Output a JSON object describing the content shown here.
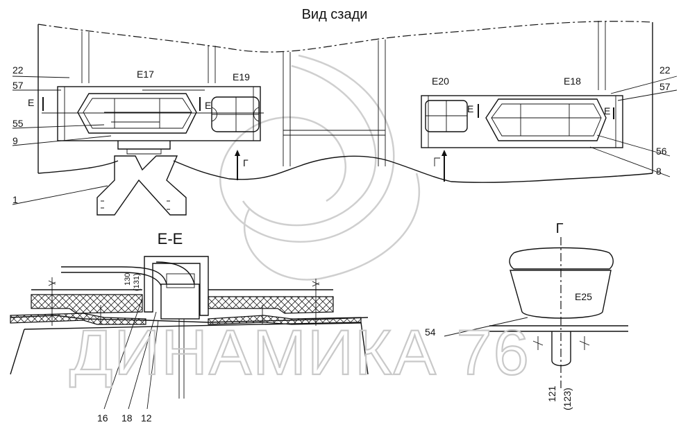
{
  "title": "Вид сзади",
  "section_title": "Е-Е",
  "view_marker": "Г",
  "watermark": "ДИНАМИКА 76",
  "labels": {
    "E17": "Е17",
    "E18": "Е18",
    "E19": "Е19",
    "E20": "Е20",
    "E25": "Е25",
    "E": "Е",
    "G": "Г",
    "n22": "22",
    "n57": "57",
    "n55": "55",
    "n9": "9",
    "n1": "1",
    "n56": "56",
    "n8": "8",
    "n54": "54",
    "n16": "16",
    "n18": "18",
    "n12": "12",
    "n130": "130",
    "n131": "(131)",
    "n121": "121",
    "n123": "(123)"
  }
}
